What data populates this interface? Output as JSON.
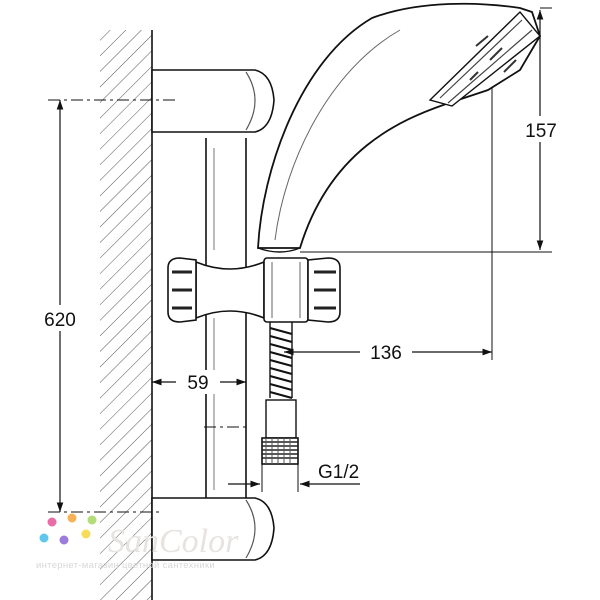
{
  "dimensions": {
    "bar_length": "620",
    "wall_offset": "59",
    "head_height": "157",
    "head_projection": "136",
    "thread": "G1/2"
  },
  "watermark": {
    "brand": "SanColor",
    "tagline": "интернет-магазин цветной сантехники",
    "dot_colors": [
      "#e23c8a",
      "#f39a1e",
      "#9ad14b",
      "#29b4e6",
      "#7a4fd0",
      "#f3d020"
    ]
  }
}
